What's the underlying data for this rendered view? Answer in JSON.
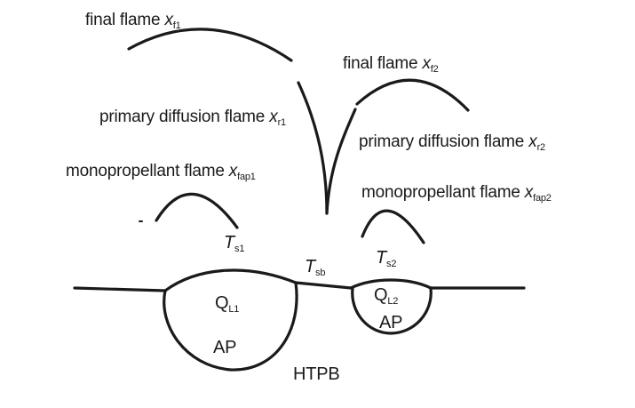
{
  "labels": {
    "final_flame_1": {
      "text": "final flame ",
      "var": "x",
      "sub": "f1"
    },
    "final_flame_2": {
      "text": "final flame ",
      "var": "x",
      "sub": "f2"
    },
    "primary_diffusion_1": {
      "text": "primary diffusion flame ",
      "var": "x",
      "sub": "r1"
    },
    "primary_diffusion_2": {
      "text": "primary diffusion flame ",
      "var": "x",
      "sub": "r2"
    },
    "monoprop_1": {
      "text": "monopropellant flame ",
      "var": "x",
      "sub": "fap1"
    },
    "monoprop_2": {
      "text": "monopropellant flame ",
      "var": "x",
      "sub": "fap2"
    },
    "ts1": {
      "var": "T",
      "sub": "s1"
    },
    "tsb": {
      "var": "T",
      "sub": "sb"
    },
    "ts2": {
      "var": "T",
      "sub": "s2"
    },
    "ql1": {
      "var": "Q",
      "sub": "L1"
    },
    "ql2": {
      "var": "Q",
      "sub": "L2"
    },
    "ap_1": "AP",
    "ap_2": "AP",
    "htpb": "HTPB"
  },
  "colors": {
    "stroke": "#1a1a1a",
    "text": "#1a1a1a",
    "background": "#ffffff"
  }
}
